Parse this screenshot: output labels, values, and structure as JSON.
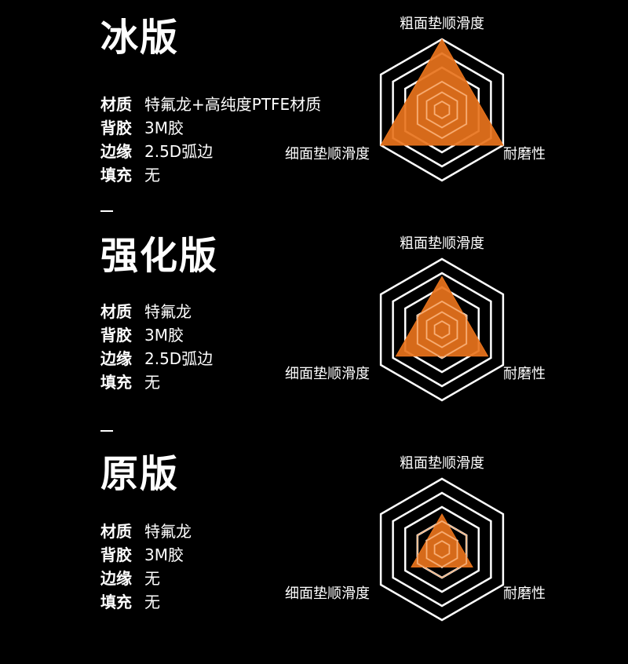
{
  "versions": [
    {
      "title": "冰版",
      "specs": [
        {
          "key": "材质",
          "value": "特氟龙+高纯度PTFE材质"
        },
        {
          "key": "背胶",
          "value": "3M胶"
        },
        {
          "key": "边缘",
          "value": "2.5D弧边"
        },
        {
          "key": "填充",
          "value": "无"
        }
      ],
      "radar": {
        "top": "粗面垫顺滑度",
        "left": "细面垫顺滑度",
        "right": "耐磨性",
        "levels": [
          1.0,
          1.0,
          1.0
        ]
      }
    },
    {
      "title": "强化版",
      "specs": [
        {
          "key": "材质",
          "value": "特氟龙"
        },
        {
          "key": "背胶",
          "value": "3M胶"
        },
        {
          "key": "边缘",
          "value": "2.5D弧边"
        },
        {
          "key": "填充",
          "value": "无"
        }
      ],
      "radar": {
        "top": "粗面垫顺滑度",
        "left": "细面垫顺滑度",
        "right": "耐磨性",
        "levels": [
          0.75,
          0.75,
          0.75
        ]
      }
    },
    {
      "title": "原版",
      "specs": [
        {
          "key": "材质",
          "value": "特氟龙"
        },
        {
          "key": "背胶",
          "value": "3M胶"
        },
        {
          "key": "边缘",
          "value": "无"
        },
        {
          "key": "填充",
          "value": "无"
        }
      ],
      "radar": {
        "top": "粗面垫顺滑度",
        "left": "细面垫顺滑度",
        "right": "耐磨性",
        "levels": [
          0.5,
          0.5,
          0.5
        ]
      }
    }
  ],
  "colors": {
    "background": "#000000",
    "text": "#ffffff",
    "fill": "#e8731c",
    "grid": "#ffffff"
  }
}
